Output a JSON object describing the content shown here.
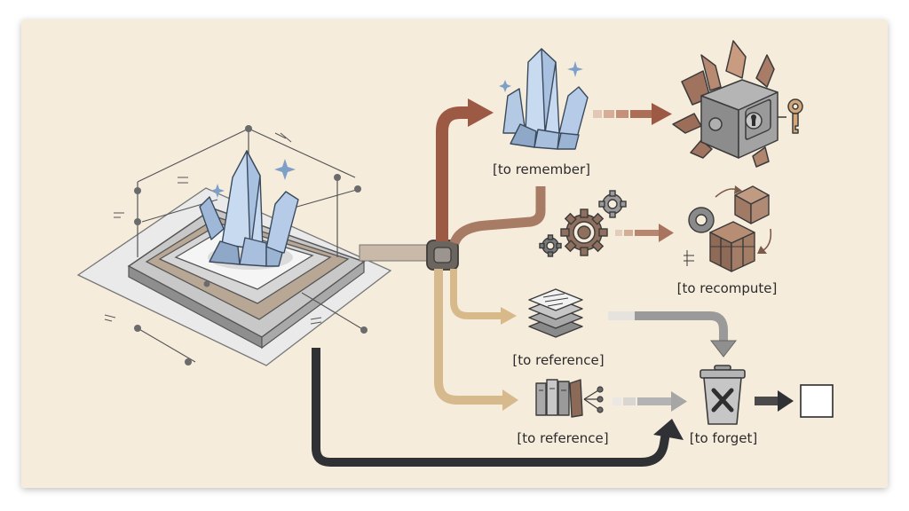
{
  "labels": {
    "remember": "[to remember]",
    "recompute": "[to recompute]",
    "reference_upper": "[to reference]",
    "reference_lower": "[to reference]",
    "forget": "[to forget]"
  },
  "icons": {
    "source": "crystal-platform-icon",
    "remember": "crystal-cluster-icon",
    "vault": "safe-vault-icon",
    "key": "key-icon",
    "gears": "gears-icon",
    "puzzle": "puzzle-cube-icon",
    "layers": "document-stack-icon",
    "books": "books-icon",
    "trash": "trash-can-icon",
    "empty": "empty-square-icon"
  },
  "colors": {
    "paper": "#f6ecdc",
    "rust_arrow": "#9c5a45",
    "tan_arrow": "#b08870",
    "beige_arrow": "#d8b98a",
    "gray_arrow": "#9a9a9a",
    "dark_arrow": "#2f3135",
    "crystal": "#b9cde6"
  }
}
